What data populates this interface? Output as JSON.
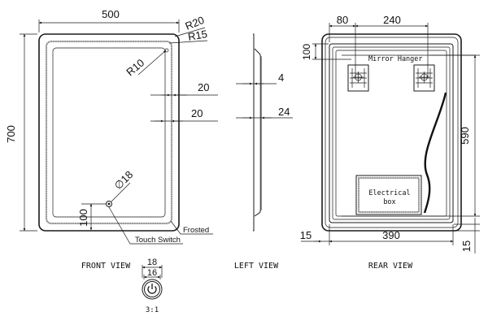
{
  "front_view": {
    "dim_width": "500",
    "dim_height": "700",
    "dim_r20": "R20",
    "dim_r15": "R15",
    "dim_r10": "R10",
    "dim_offset_top": "20",
    "dim_offset_mid": "20",
    "dim_switch_dia": "∅18",
    "dim_switch_offset": "100",
    "label_frosted": "Frosted",
    "label_touch_switch": "Touch Switch",
    "caption": "FRONT VIEW"
  },
  "left_view": {
    "dim_4": "4",
    "dim_24": "24",
    "caption": "LEFT VIEW"
  },
  "rear_view": {
    "dim_80": "80",
    "dim_240": "240",
    "dim_100": "100",
    "dim_590": "590",
    "dim_390": "390",
    "dim_15_left": "15",
    "dim_15_right": "15",
    "label_mirror_hanger": "Mirror Hanger",
    "label_electrical_line1": "Electrical",
    "label_electrical_line2": "box",
    "caption": "REAR VIEW"
  },
  "switch_detail": {
    "dim_18": "18",
    "dim_16": "16",
    "scale": "3:1"
  }
}
